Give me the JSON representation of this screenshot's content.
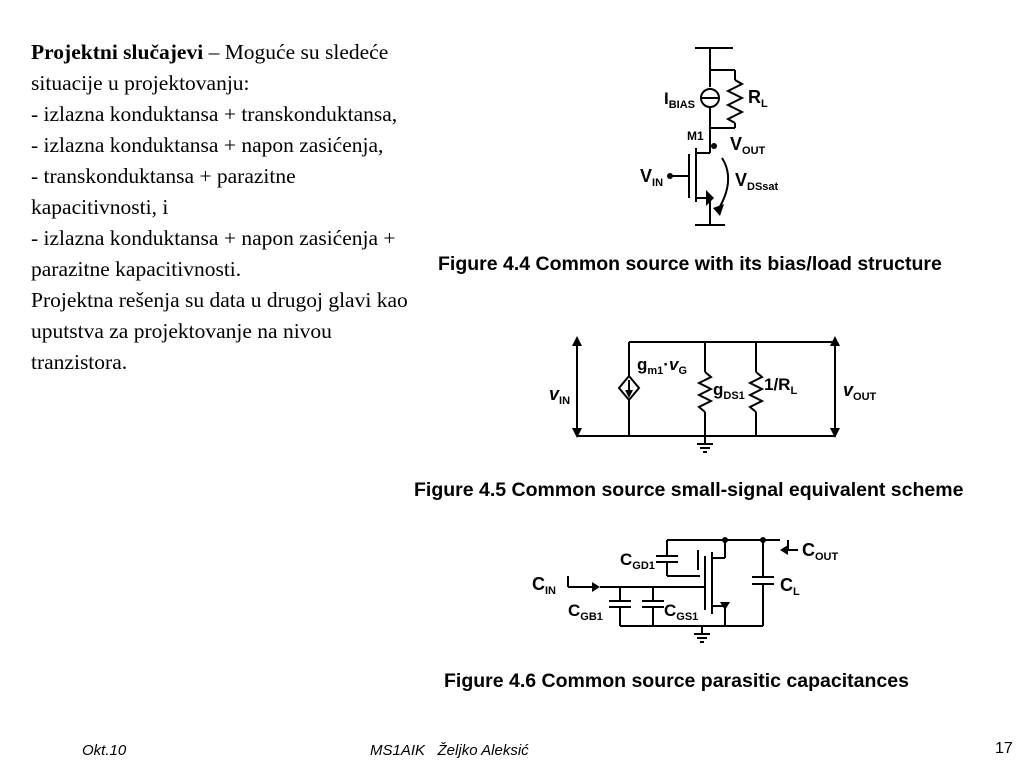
{
  "body": {
    "heading": "Projektni slučajevi",
    "heading_rest": " – Moguće su sledeće situacije u projektovanju:",
    "bullets": [
      "- izlazna konduktansa + transkonduktansa,",
      "- izlazna konduktansa + napon zasićenja,",
      "- transkonduktansa + parazitne kapacitivnosti, i",
      "- izlazna konduktansa + napon zasićenja + parazitne kapacitivnosti."
    ],
    "closing": "Projektna rešenja su data u drugoj glavi kao uputstva za projektovanje na nivou tranzistora."
  },
  "fig44": {
    "caption": "Figure 4.4  Common source with its bias/load structure",
    "labels": {
      "ibias_main": "I",
      "ibias_sub": "BIAS",
      "rl_main": "R",
      "rl_sub": "L",
      "m1": "M1",
      "vout_main": "V",
      "vout_sub": "OUT",
      "vin_main": "V",
      "vin_sub": "IN",
      "vdssat_main": "V",
      "vdssat_sub": "DSsat"
    }
  },
  "fig45": {
    "caption": "Figure 4.5  Common source small-signal equivalent scheme",
    "labels": {
      "vin_main": "v",
      "vin_sub": "IN",
      "gm_main": "g",
      "gm_sub": "m1",
      "gm_dot": "·",
      "gm_v": "v",
      "gm_vsub": "G",
      "gds_main": "g",
      "gds_sub": "DS1",
      "rl": "1/R",
      "rl_sub": "L",
      "vout_main": "v",
      "vout_sub": "OUT"
    }
  },
  "fig46": {
    "caption": "Figure 4.6  Common source parasitic capacitances",
    "labels": {
      "cgd_main": "C",
      "cgd_sub": "GD1",
      "cout_main": "C",
      "cout_sub": "OUT",
      "cin_main": "C",
      "cin_sub": "IN",
      "cl_main": "C",
      "cl_sub": "L",
      "cgb_main": "C",
      "cgb_sub": "GB1",
      "cgs_main": "C",
      "cgs_sub": "GS1"
    }
  },
  "footer": {
    "left": "Okt.10",
    "center": "MS1AIK   Željko Aleksić",
    "page": "17"
  }
}
